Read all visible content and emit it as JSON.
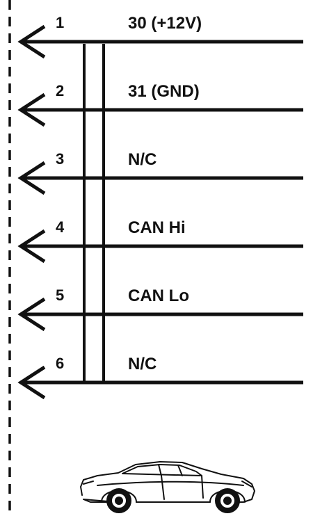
{
  "connector": {
    "pins": [
      {
        "number": "1",
        "label": "30 (+12V)"
      },
      {
        "number": "2",
        "label": "31 (GND)"
      },
      {
        "number": "3",
        "label": "N/C"
      },
      {
        "number": "4",
        "label": "CAN Hi"
      },
      {
        "number": "5",
        "label": "CAN Lo"
      },
      {
        "number": "6",
        "label": "N/C"
      }
    ]
  },
  "colors": {
    "line": "#111111",
    "background": "#ffffff"
  },
  "icons": {
    "vehicle": "car-icon"
  }
}
